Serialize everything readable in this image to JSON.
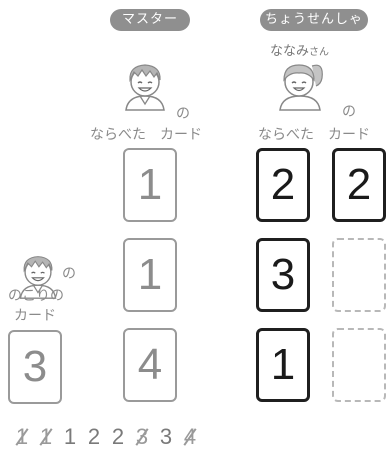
{
  "headers": {
    "master": "マスター",
    "challenger": "ちょうせんしゃ"
  },
  "challenger_name": {
    "name": "ななみ",
    "suffix": "さん"
  },
  "master_caption": {
    "no": "の",
    "line": "ならべた　カード"
  },
  "challenger_caption": {
    "no": "の",
    "line": "ならべた　カード"
  },
  "leftover_caption": {
    "no": "の",
    "line1": "のこりの",
    "line2": "カード"
  },
  "master_cards": [
    "1",
    "1",
    "4"
  ],
  "challenger_cards_col1": [
    "2",
    "3",
    "1"
  ],
  "challenger_cards_col2": [
    "2",
    "",
    ""
  ],
  "leftover_card": "3",
  "sequence": [
    {
      "value": "1",
      "crossed": true
    },
    {
      "value": "1",
      "crossed": true
    },
    {
      "value": "1",
      "crossed": false
    },
    {
      "value": "2",
      "crossed": false
    },
    {
      "value": "2",
      "crossed": false
    },
    {
      "value": "3",
      "crossed": true
    },
    {
      "value": "3",
      "crossed": false
    },
    {
      "value": "4",
      "crossed": true
    }
  ]
}
